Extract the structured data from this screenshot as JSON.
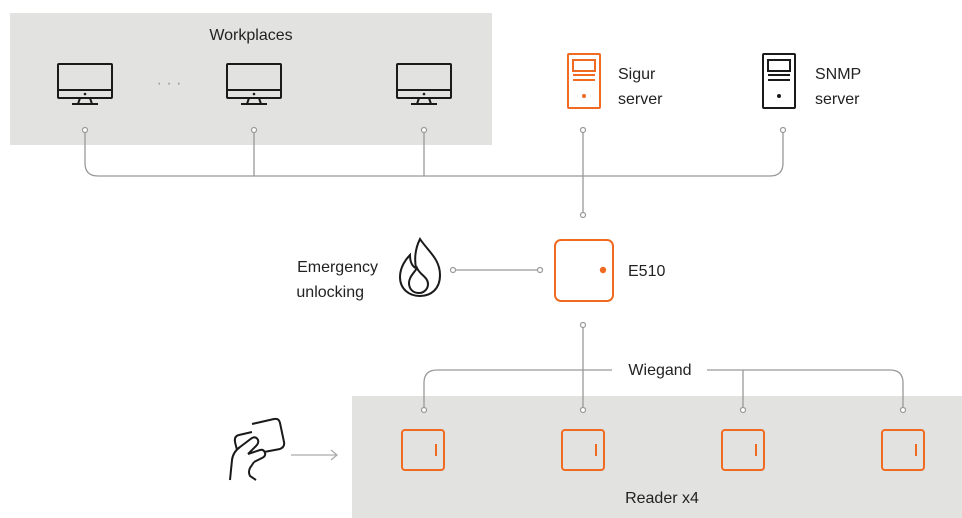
{
  "labels": {
    "workplaces": "Workplaces",
    "ellipsis": "· · ·",
    "sigur_line1": "Sigur",
    "sigur_line2": "server",
    "snmp_line1": "SNMP",
    "snmp_line2": "server",
    "emergency_line1": "Emergency",
    "emergency_line2": "unlocking",
    "controller": "E510",
    "bus": "Wiegand",
    "readers": "Reader x4"
  },
  "colors": {
    "accent": "#f06a21",
    "panel": "#e2e2e0",
    "wire": "#999999",
    "icon": "#1a1a1a"
  },
  "icons": [
    "monitor-icon",
    "server-icon",
    "flame-icon",
    "card-hand-icon",
    "controller-icon",
    "reader-icon",
    "arrow-icon"
  ]
}
